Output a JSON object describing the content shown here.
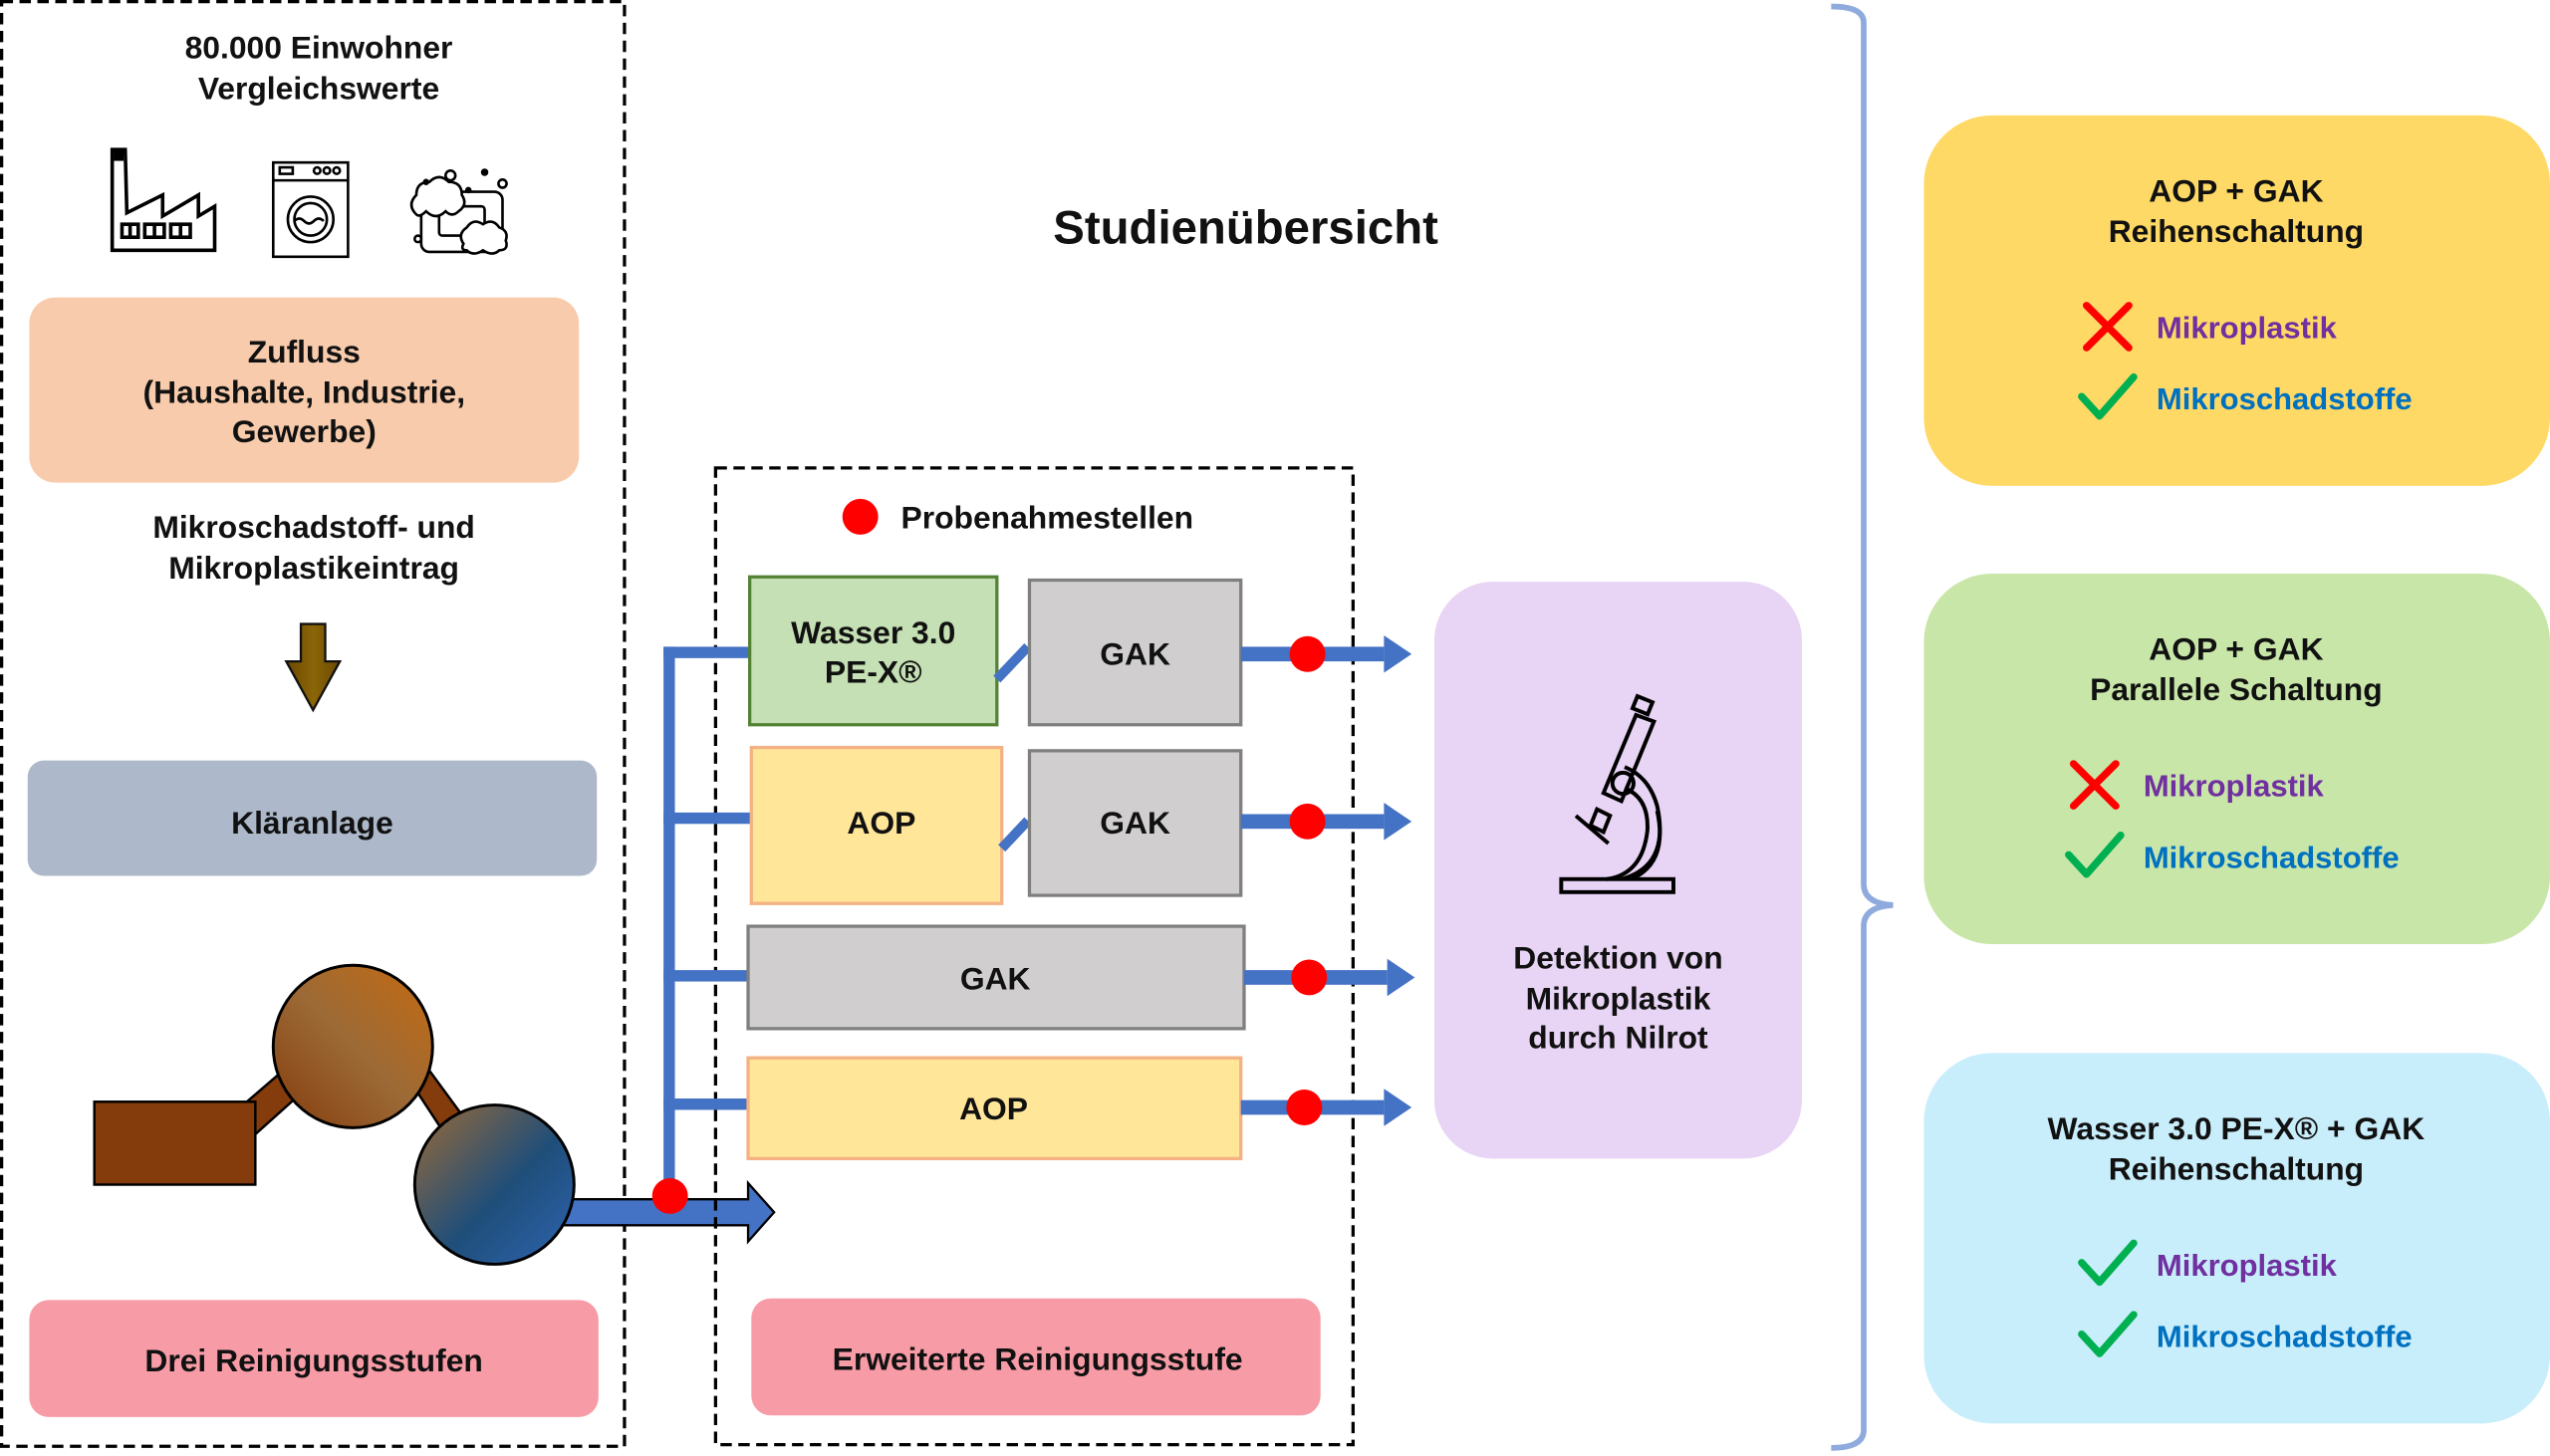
{
  "title": "Studienübersicht",
  "source_section": {
    "heading_lines": [
      "80.000 Einwohner",
      "Vergleichswerte"
    ],
    "icons": [
      "factory-icon",
      "washing-machine-icon",
      "soap-icon"
    ],
    "inflow_box": {
      "lines": [
        "Zufluss",
        "(Haushalte, Industrie,",
        "Gewerbe)"
      ],
      "color": "#F7CBAC"
    },
    "input_label_lines": [
      "Mikroschadstoff- und",
      "Mikroplastikeintrag"
    ],
    "plant_box": {
      "label": "Kläranlage",
      "color": "#ADB9CA"
    },
    "stages_box": {
      "label": "Drei Reinigungsstufen",
      "color": "#F79CA6"
    }
  },
  "advanced_section": {
    "legend_label": "Probenahmestellen",
    "sample_point_color": "#FF0000",
    "flow_color": "#4472C4",
    "rows": [
      {
        "units": [
          {
            "label_lines": [
              "Wasser 3.0",
              "PE-X®"
            ],
            "type": "pex"
          },
          {
            "label_lines": [
              "GAK"
            ],
            "type": "gak"
          }
        ]
      },
      {
        "units": [
          {
            "label_lines": [
              "AOP"
            ],
            "type": "aop"
          },
          {
            "label_lines": [
              "GAK"
            ],
            "type": "gak"
          }
        ]
      },
      {
        "units": [
          {
            "label_lines": [
              "GAK"
            ],
            "type": "gak"
          }
        ]
      },
      {
        "units": [
          {
            "label_lines": [
              "AOP"
            ],
            "type": "aop"
          }
        ]
      }
    ],
    "unit_colors": {
      "pex": {
        "fill": "#C5E0B4",
        "stroke": "#548235"
      },
      "gak": {
        "fill": "#D0CECE",
        "stroke": "#7F7F7F"
      },
      "aop": {
        "fill": "#FFE699",
        "stroke": "#F4B183"
      }
    },
    "stage_box": {
      "label": "Erweiterte Reinigungsstufe",
      "color": "#F79CA6"
    }
  },
  "detection": {
    "icon": "microscope-icon",
    "lines": [
      "Detektion von",
      "Mikroplastik",
      "durch Nilrot"
    ],
    "color": "#E8D4F4"
  },
  "brace_color": "#8FAADC",
  "results": [
    {
      "title_lines": [
        "AOP + GAK",
        "Reihenschaltung"
      ],
      "color": "#FFD966",
      "items": [
        {
          "label": "Mikroplastik",
          "status": "fail",
          "color": "#7030A0"
        },
        {
          "label": "Mikroschadstoffe",
          "status": "pass",
          "color": "#0070C0"
        }
      ]
    },
    {
      "title_lines": [
        "AOP + GAK",
        "Parallele Schaltung"
      ],
      "color": "#C9E6A9",
      "items": [
        {
          "label": "Mikroplastik",
          "status": "fail",
          "color": "#7030A0"
        },
        {
          "label": "Mikroschadstoffe",
          "status": "pass",
          "color": "#0070C0"
        }
      ]
    },
    {
      "title_lines": [
        "Wasser 3.0 PE-X® + GAK",
        "Reihenschaltung"
      ],
      "color": "#C9EEFB",
      "items": [
        {
          "label": "Mikroplastik",
          "status": "pass",
          "color": "#7030A0"
        },
        {
          "label": "Mikroschadstoffe",
          "status": "pass",
          "color": "#0070C0"
        }
      ]
    }
  ],
  "status_colors": {
    "pass": "#00B050",
    "fail": "#FF0000"
  }
}
